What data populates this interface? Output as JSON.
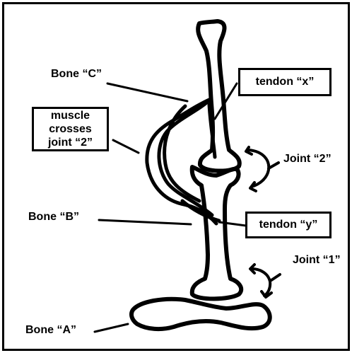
{
  "labels": {
    "bone_c": "Bone “C”",
    "bone_b": "Bone “B”",
    "bone_a": "Bone “A”",
    "tendon_x": "tendon “x”",
    "tendon_y": "tendon “y”",
    "joint_2": "Joint “2”",
    "joint_1": "Joint “1”",
    "muscle_line1": "muscle",
    "muscle_line2": "crosses",
    "muscle_line3": "joint “2”"
  }
}
